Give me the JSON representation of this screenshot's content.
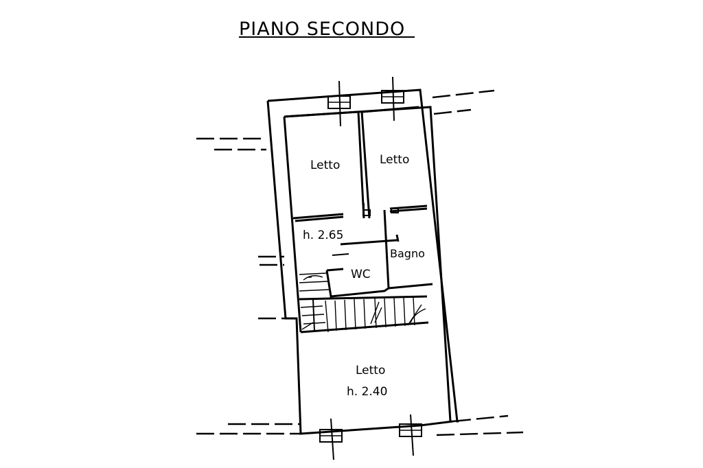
{
  "title": "PIANO SECONDO",
  "rooms": {
    "letto_left": "Letto",
    "letto_right": "Letto",
    "bagno": "Bagno",
    "wc": "WC",
    "letto_bottom": "Letto"
  },
  "heights": {
    "upper_floor": "h. 2.65",
    "lower_room": "h. 2.40"
  }
}
